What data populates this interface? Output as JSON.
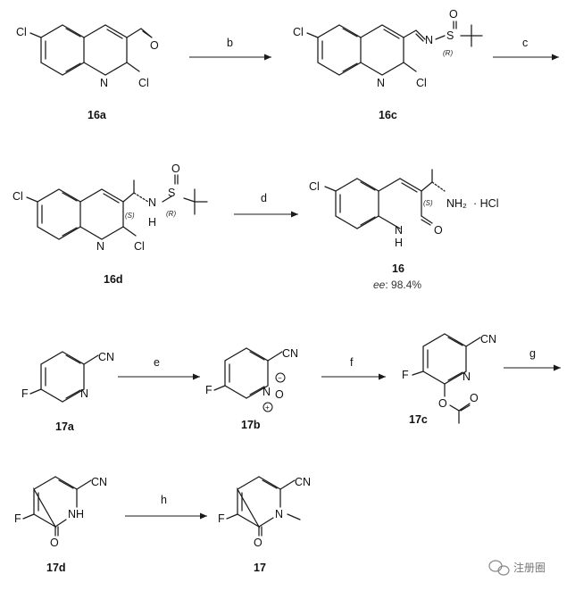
{
  "atoms": {
    "Cl": "Cl",
    "N": "N",
    "O": "O",
    "S": "S",
    "F": "F",
    "CN": "CN",
    "NH": "NH",
    "H": "H",
    "NH2": "NH₂",
    "HCl": "· HCl",
    "N_oxide": "N",
    "O_minus": "O",
    "minus": "−",
    "plus": "+"
  },
  "stereo": {
    "S": "(S)",
    "R": "(R)"
  },
  "compounds": {
    "c16a": "16a",
    "c16c": "16c",
    "c16d": "16d",
    "c16": "16",
    "c17a": "17a",
    "c17b": "17b",
    "c17c": "17c",
    "c17d": "17d",
    "c17": "17"
  },
  "reagents": {
    "b": "b",
    "c": "c",
    "d": "d",
    "e": "e",
    "f": "f",
    "g": "g",
    "h": "h"
  },
  "ee": {
    "label": "ee",
    "value": ": 98.4%"
  },
  "watermark": {
    "text": "注册圈",
    "icon": "wechat-icon"
  }
}
